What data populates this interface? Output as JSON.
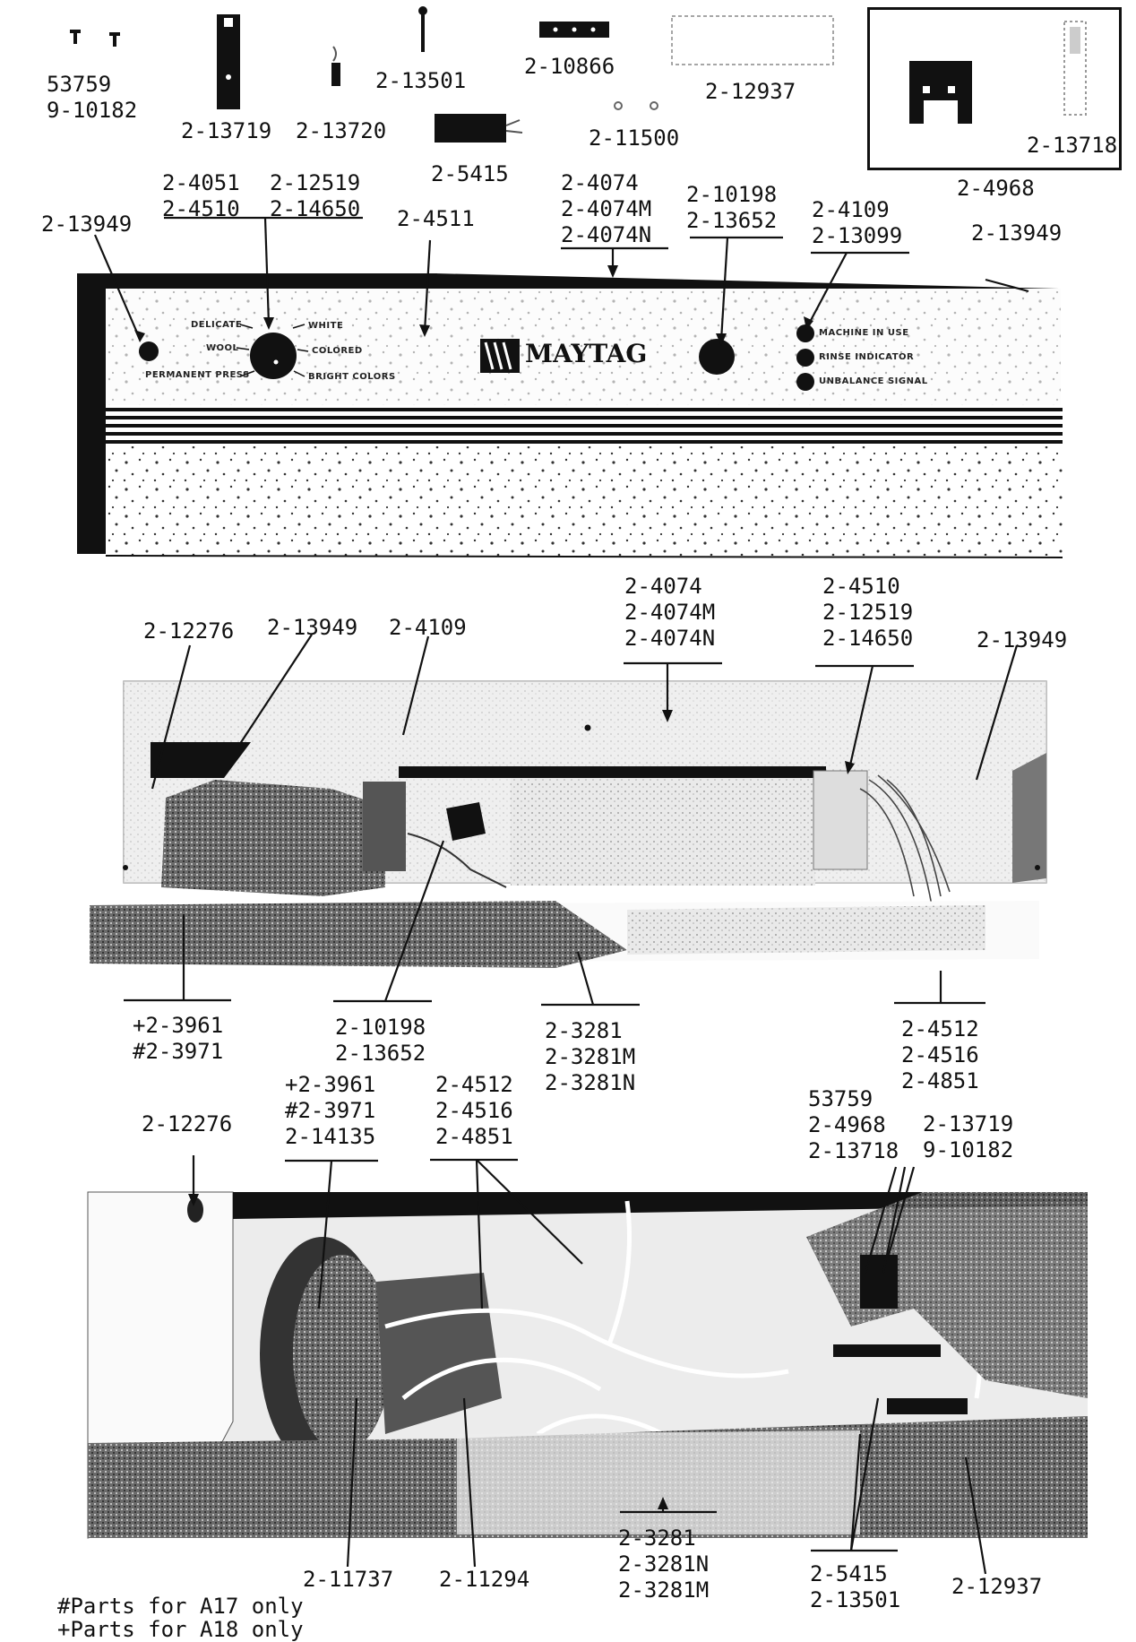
{
  "top_parts": {
    "p53759": "53759\n9-10182",
    "p13719": "2-13719",
    "p13720": "2-13720",
    "p13501": "2-13501",
    "p10866": "2-10866",
    "p12937": "2-12937",
    "p5415": "2-5415",
    "p11500": "2-11500",
    "p13718": "2-13718",
    "p4968": "2-4968"
  },
  "control_panel": {
    "labels": {
      "l13949a": "2-13949",
      "l4051": "2-4051\n2-4510",
      "l12519": "2-12519\n2-14650",
      "l4511": "2-4511",
      "l4074": "2-4074\n2-4074M\n2-4074N",
      "l10198": "2-10198\n2-13652",
      "l4109": "2-4109\n2-13099",
      "l13949b": "2-13949"
    },
    "dial_text": {
      "delicate": "DELICATE",
      "white": "WHITE",
      "wool": "WOOL",
      "colored": "COLORED",
      "permanent_press": "PERMANENT PRESS",
      "bright_colors": "BRIGHT COLORS"
    },
    "brand": "MAYTAG",
    "indicators": [
      "MACHINE IN USE",
      "RINSE INDICATOR",
      "UNBALANCE SIGNAL"
    ]
  },
  "rear_view": {
    "labels": {
      "l12276": "2-12276",
      "l13949a": "2-13949",
      "l4109": "2-4109",
      "l4074": "2-4074\n2-4074M\n2-4074N",
      "l4510": "2-4510\n2-12519\n2-14650",
      "l13949b": "2-13949",
      "l3961": "+2-3961\n#2-3971",
      "l10198": "2-10198\n2-13652",
      "l3281": "2-3281\n2-3281M\n2-3281N",
      "l4512": "2-4512\n2-4516\n2-4851"
    }
  },
  "bottom_view": {
    "labels": {
      "l12276": "2-12276",
      "l3961": "+2-3961\n#2-3971\n2-14135",
      "l4512": "2-4512\n2-4516\n2-4851",
      "l53759": "53759\n2-4968\n2-13718",
      "l13719": "2-13719\n9-10182",
      "l11737": "2-11737",
      "l11294": "2-11294",
      "l3281": "2-3281\n2-3281N\n2-3281M",
      "l5415": "2-5415\n2-13501",
      "l12937": "2-12937"
    }
  },
  "footnotes": [
    "#Parts for A17 only",
    "+Parts for A18 only"
  ]
}
